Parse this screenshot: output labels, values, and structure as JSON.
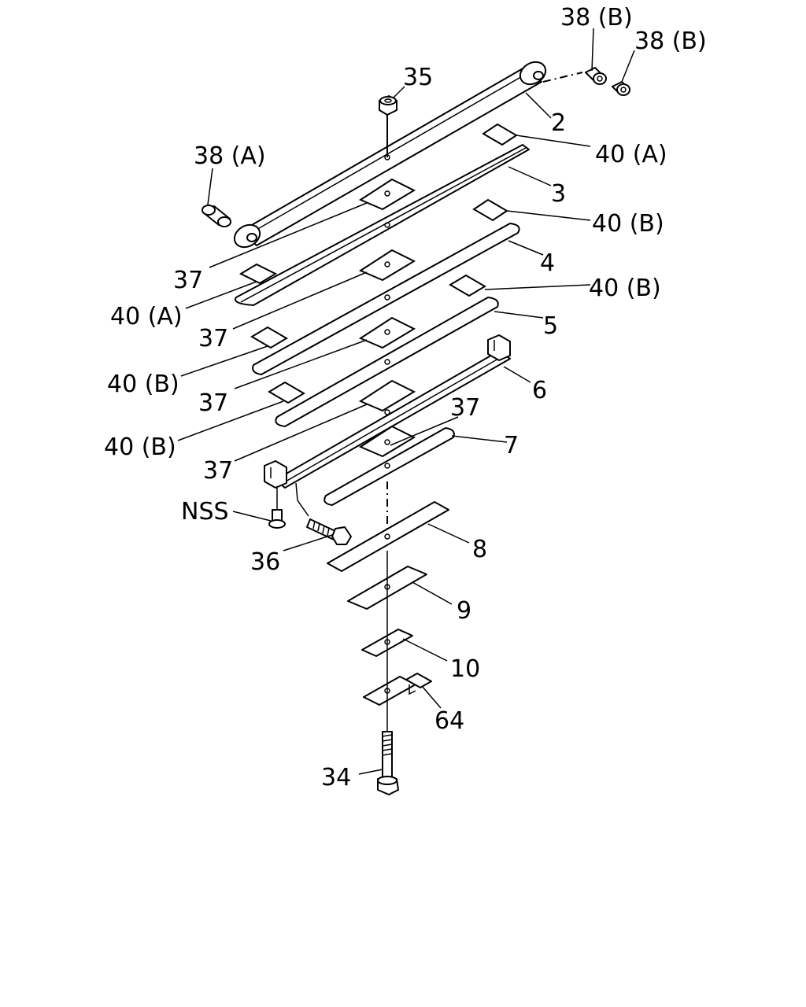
{
  "labels": {
    "l38b_1": "38 (B)",
    "l38b_2": "38 (B)",
    "l35": "35",
    "l2": "2",
    "l38a": "38 (A)",
    "l40a_1": "40 (A)",
    "l3": "3",
    "l40b_1": "40 (B)",
    "l4": "4",
    "l37_1": "37",
    "l40a_2": "40 (A)",
    "l40b_2": "40 (B)",
    "l37_2": "37",
    "l5": "5",
    "l40b_3": "40 (B)",
    "l6": "6",
    "l37_3": "37",
    "l37_4": "37",
    "l40b_4": "40 (B)",
    "l7": "7",
    "l37_5": "37",
    "lnss": "NSS",
    "l8": "8",
    "l36": "36",
    "l9": "9",
    "l10": "10",
    "l64": "64",
    "l34": "34"
  }
}
